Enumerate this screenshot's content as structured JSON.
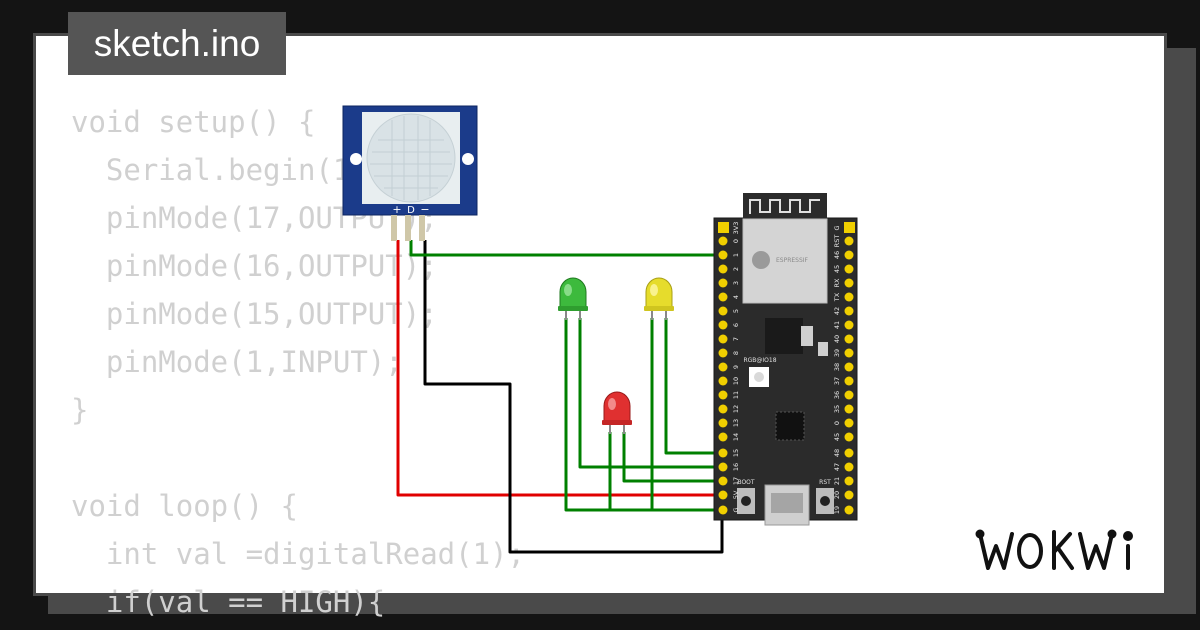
{
  "window": {
    "title": "sketch.ino"
  },
  "code": {
    "lines": [
      "void setup() {",
      "  Serial.begin(115200);",
      "  pinMode(17,OUTPUT);",
      "  pinMode(16,OUTPUT);",
      "  pinMode(15,OUTPUT);",
      "  pinMode(1,INPUT);",
      "}",
      "",
      "void loop() {",
      "  int val =digitalRead(1);",
      "  if(val == HIGH){"
    ]
  },
  "pir_sensor": {
    "pins": [
      "+",
      "D",
      "−"
    ]
  },
  "board": {
    "module_label": "ESPRESSIF",
    "rgb_label": "RGB@IO18",
    "boot_label": "BOOT",
    "rst_label": "RST",
    "left_pins": [
      "3V3",
      "0",
      "1",
      "2",
      "3",
      "4",
      "5",
      "6",
      "7",
      "8",
      "9",
      "10",
      "11",
      "12",
      "13",
      "14",
      "15",
      "16",
      "17",
      "5V",
      "G"
    ],
    "right_pins": [
      "G",
      "RST",
      "46",
      "45",
      "RX",
      "TX",
      "42",
      "41",
      "40",
      "39",
      "38",
      "37",
      "36",
      "35",
      "0",
      "45",
      "48",
      "47",
      "21",
      "20",
      "19",
      "18",
      "G"
    ]
  },
  "leds": [
    {
      "color_name": "green",
      "color": "#3dba3d"
    },
    {
      "color_name": "yellow",
      "color": "#e6dc2c"
    },
    {
      "color_name": "red",
      "color": "#e03030"
    }
  ],
  "wires": {
    "power": "#e00000",
    "ground": "#000000",
    "signal": "#008000"
  },
  "brand": {
    "text": "WOKWi"
  }
}
